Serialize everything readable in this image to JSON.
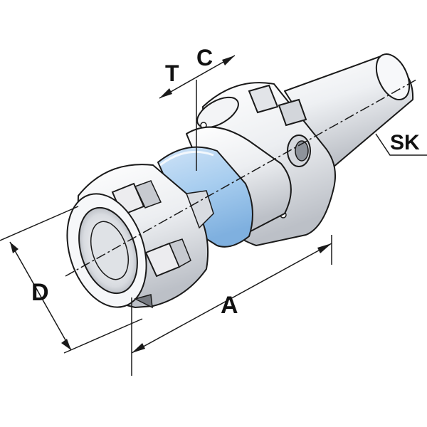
{
  "labels": {
    "t": "T",
    "c": "C",
    "sk": "SK",
    "d": "D",
    "a": "A"
  },
  "colors": {
    "outline": "#1a1a1a",
    "body_light": "#f4f5f7",
    "body_shade": "#c9ccd2",
    "band": "#9fc7ec",
    "band_light": "#d6e8f8"
  }
}
